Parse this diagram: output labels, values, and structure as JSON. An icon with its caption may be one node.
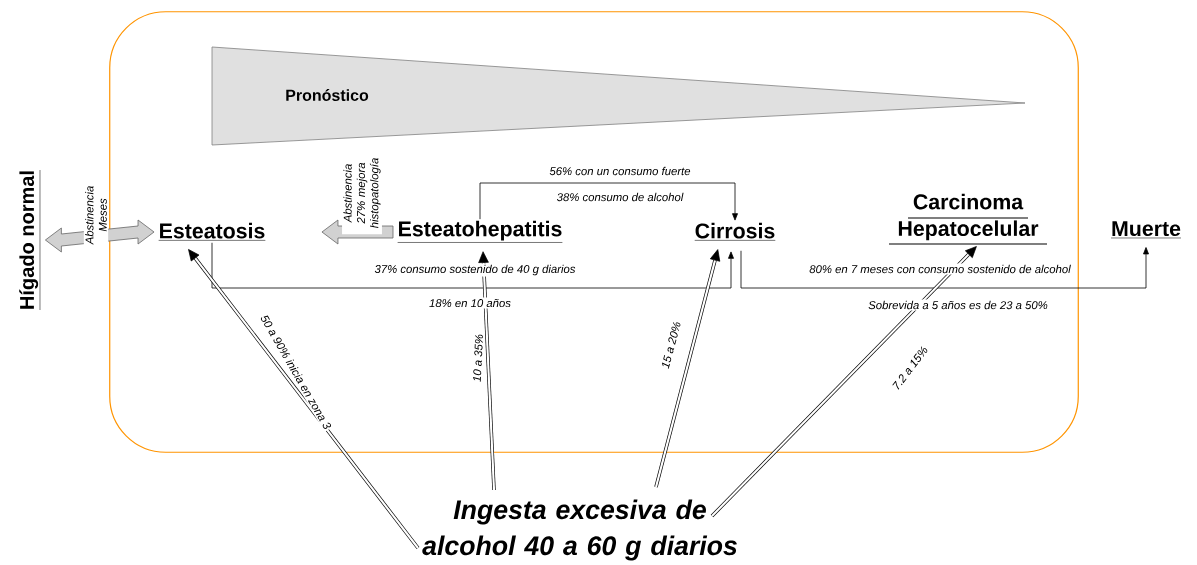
{
  "diagram": {
    "nodes": [
      {
        "text": [],
        "shape": "box"
      },
      {
        "text": [
          "Pronóstico"
        ],
        "in": 0
      },
      {
        "text": [
          "Hígado normal"
        ]
      },
      {
        "text": [
          "Esteatosis"
        ],
        "in": 0
      },
      {
        "text": [
          "Esteatohepatitis"
        ],
        "in": 0
      },
      {
        "text": [
          "Cirrosis"
        ],
        "in": 0
      },
      {
        "text": [
          "Carcinoma Hepatocelular"
        ],
        "in": 0
      },
      {
        "text": [
          "Muerte"
        ]
      },
      {
        "text": [
          "Ingesta excesiva de alcohol 40 a 60 g diarios"
        ]
      }
    ],
    "edges": [
      {
        "from": 2,
        "to": 3,
        "arrow": "both",
        "label": "Abstinencia Meses"
      },
      {
        "from": 4,
        "to": 3,
        "arrow": "to",
        "label": "Abstinencia 27% mejora histopatología"
      },
      {
        "from": 4,
        "to": 5,
        "arrow": "to",
        "label": "56% con un consumo fuerte"
      },
      {
        "from": 3,
        "to": 5,
        "arrow": "to",
        "label": "37% consumo sostenido de 40 g diarios"
      },
      {
        "from": 5,
        "to": 7,
        "arrow": "to",
        "label": "80% en 7 meses con consumo sostenido de alcohol"
      },
      {
        "from": 8,
        "to": 3,
        "arrow": "to",
        "label": "50 a 90% inicia en zona 3"
      },
      {
        "from": 8,
        "to": 4,
        "arrow": "to",
        "label": "10 a 35%"
      },
      {
        "from": 8,
        "to": 5,
        "arrow": "to",
        "label": "15 a 20%"
      },
      {
        "from": 8,
        "to": 6,
        "arrow": "to",
        "label": "7.2 a 15%"
      }
    ],
    "labels": [
      "38% consumo de alcohol",
      "18% en 10 años",
      "Sobrevida a 5 años es de 23 a 50%"
    ]
  }
}
